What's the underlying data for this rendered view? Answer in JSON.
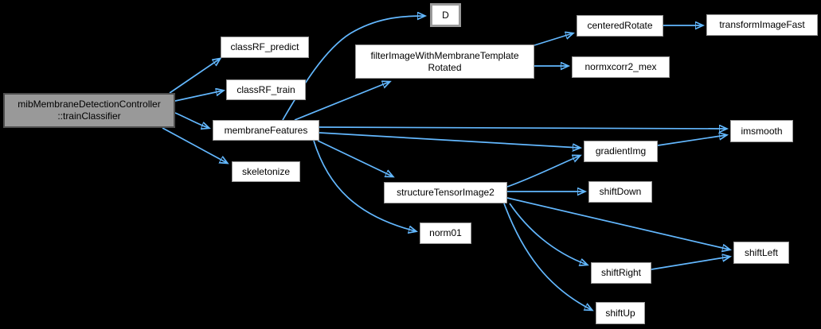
{
  "colors": {
    "background": "#000000",
    "edge": "#63B8FF",
    "node_fill": "#FFFFFF",
    "node_border": "#9A9A9A",
    "main_node_fill": "#999999",
    "main_node_border": "#4D4D4D",
    "text": "#000000"
  },
  "nodes": {
    "trainClassifier": {
      "label": "mibMembraneDetectionController\n::trainClassifier"
    },
    "classRF_predict": {
      "label": "classRF_predict"
    },
    "classRF_train": {
      "label": "classRF_train"
    },
    "membraneFeatures": {
      "label": "membraneFeatures"
    },
    "skeletonize": {
      "label": "skeletonize"
    },
    "D": {
      "label": "D"
    },
    "filterImageWithMembraneTemplateRotated": {
      "label": "filterImageWithMembraneTemplate\nRotated"
    },
    "centeredRotate": {
      "label": "centeredRotate"
    },
    "transformImageFast": {
      "label": "transformImageFast"
    },
    "normxcorr2_mex": {
      "label": "normxcorr2_mex"
    },
    "imsmooth": {
      "label": "imsmooth"
    },
    "gradientImg": {
      "label": "gradientImg"
    },
    "shiftDown": {
      "label": "shiftDown"
    },
    "structureTensorImage2": {
      "label": "structureTensorImage2"
    },
    "norm01": {
      "label": "norm01"
    },
    "shiftLeft": {
      "label": "shiftLeft"
    },
    "shiftRight": {
      "label": "shiftRight"
    },
    "shiftUp": {
      "label": "shiftUp"
    }
  },
  "edges": [
    {
      "from": "trainClassifier",
      "to": "classRF_predict"
    },
    {
      "from": "trainClassifier",
      "to": "classRF_train"
    },
    {
      "from": "trainClassifier",
      "to": "membraneFeatures"
    },
    {
      "from": "trainClassifier",
      "to": "skeletonize"
    },
    {
      "from": "membraneFeatures",
      "to": "D"
    },
    {
      "from": "membraneFeatures",
      "to": "filterImageWithMembraneTemplateRotated"
    },
    {
      "from": "membraneFeatures",
      "to": "imsmooth"
    },
    {
      "from": "membraneFeatures",
      "to": "gradientImg"
    },
    {
      "from": "membraneFeatures",
      "to": "structureTensorImage2"
    },
    {
      "from": "membraneFeatures",
      "to": "norm01"
    },
    {
      "from": "filterImageWithMembraneTemplateRotated",
      "to": "centeredRotate"
    },
    {
      "from": "filterImageWithMembraneTemplateRotated",
      "to": "normxcorr2_mex"
    },
    {
      "from": "centeredRotate",
      "to": "transformImageFast"
    },
    {
      "from": "gradientImg",
      "to": "imsmooth"
    },
    {
      "from": "structureTensorImage2",
      "to": "gradientImg"
    },
    {
      "from": "structureTensorImage2",
      "to": "shiftDown"
    },
    {
      "from": "structureTensorImage2",
      "to": "shiftLeft"
    },
    {
      "from": "structureTensorImage2",
      "to": "shiftRight"
    },
    {
      "from": "structureTensorImage2",
      "to": "shiftUp"
    },
    {
      "from": "shiftRight",
      "to": "shiftLeft"
    }
  ]
}
